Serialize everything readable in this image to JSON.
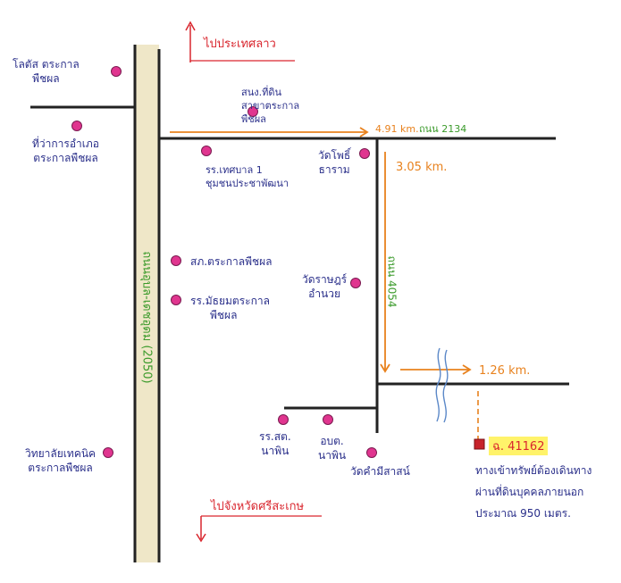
{
  "labels": {
    "to_laos": "ไปประเทศลาว",
    "to_sisaket": "ไปจังหวัดศรีสะเกษ",
    "highway_2050": "ถนนอุบล-เดชอุดม (2050)",
    "km_491": "4.91 km.",
    "road_2134": "ถนน 2134",
    "km_305": "3.05 km.",
    "road_4054": "ถนน 4054",
    "km_126": "1.26 km.",
    "plot_id": "ฉ. 41162",
    "access_note_1": "ทางเข้าทรัพย์ต้องเดินทาง",
    "access_note_2": "ผ่านที่ดินบุคคลภายนอก",
    "access_note_3": "ประมาณ 950 เมตร."
  },
  "places": {
    "lotus": [
      "โลตัส ตระกาล",
      "พืชผล"
    ],
    "district_office": [
      "ที่ว่าการอำเภอ",
      "ตระกาลพืชผล"
    ],
    "bank": [
      "สนง.ที่ดิน",
      "สาขาตระกาล",
      "พืชผล"
    ],
    "municipal_school": [
      "รร.เทศบาล 1",
      "ชุมชนประชาพัฒนา"
    ],
    "wat_pho": [
      "วัดโพธิ์",
      "ธาราม"
    ],
    "police": [
      "สภ.ตระกาลพืชผล"
    ],
    "high_school": [
      "รร.มัธยมตระกาล",
      "พืชผล"
    ],
    "wat_rat": [
      "วัดราษฎร์",
      "อำนวย"
    ],
    "school_nakhin": [
      "รร.สต.",
      "นาพิน"
    ],
    "sao_nakhin": [
      "อบต.",
      "นาพิน"
    ],
    "wat_khum": [
      "วัดคำมีสาสน์"
    ],
    "tech_college": [
      "วิทยาลัยเทคนิค",
      "ตระกาลพืชผล"
    ]
  },
  "colors": {
    "road": "#222222",
    "highway_fill": "#efe7c8",
    "poi": "#e0358f",
    "label": "#2a2f8a",
    "distance": "#e8821e",
    "road_name": "#3a9a2a",
    "direction": "#d9262e",
    "plot_marker": "#c7232b",
    "plot_highlight": "#fff36a",
    "water": "#5b88c8"
  }
}
